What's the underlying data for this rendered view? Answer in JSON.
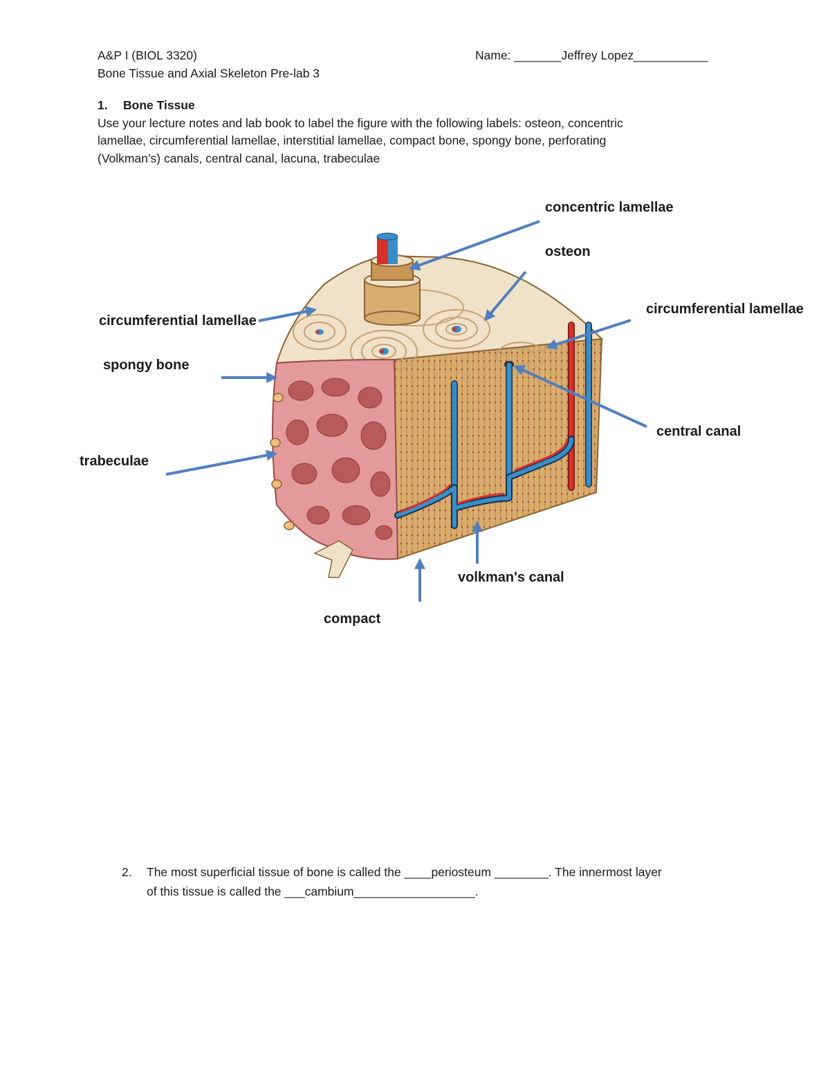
{
  "header": {
    "course": "A&P I (BIOL 3320)",
    "name_label": "Name: _______Jeffrey Lopez___________",
    "subtitle": "Bone Tissue and Axial Skeleton Pre-lab 3"
  },
  "section1": {
    "number": "1.",
    "title": "Bone Tissue",
    "instructions": [
      " Use your lecture notes and lab book to label the figure with the following labels:  osteon, concentric",
      "lamellae, circumferential lamellae, interstitial lamellae, compact bone, spongy bone, perforating",
      "(Volkman’s) canals, central canal, lacuna, trabeculae"
    ]
  },
  "figure": {
    "labels": {
      "concentric_lamellae": "concentric lamellae",
      "osteon": "osteon",
      "circumferential_left": "circumferential lamellae",
      "circumferential_right": "circumferential lamellae",
      "spongy_bone": "spongy bone",
      "central_canal": "central canal",
      "trabeculae": "trabeculae",
      "volkmans_canal": "volkman's canal",
      "compact": "compact"
    },
    "colors": {
      "arrow": "#4f7fc0",
      "compact_bone": "#d9ad6e",
      "spongy_bone": "#e49a9a",
      "artery": "#d9302c",
      "vein": "#3a8ec7",
      "lamellae_top": "#efe2c8"
    }
  },
  "section2": {
    "number": "2.",
    "line1": "The most superficial tissue of bone is called the ____periosteum ________.  The innermost layer",
    "line2": "of this tissue is called the ___cambium__________________."
  }
}
